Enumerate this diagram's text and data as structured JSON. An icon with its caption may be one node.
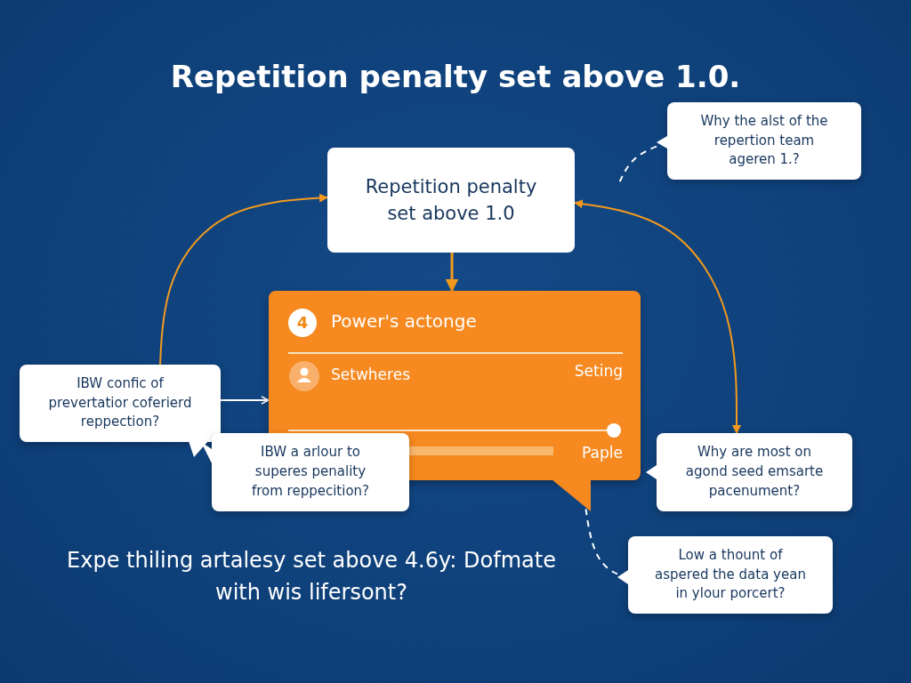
{
  "diagram": {
    "title": "Repetition penalty set above 1.0.",
    "nodes": [
      {
        "text": [
          "Repetition penalty set above 1.0"
        ]
      },
      {
        "text": [
          "4",
          "Power's actonge",
          "Setwheres",
          "Seting",
          "Paple"
        ]
      },
      {
        "text": [
          "Why the alst of the repertion team ageren 1.?"
        ]
      },
      {
        "text": [
          "IBW confic of prevertatior coferierd reppection?"
        ]
      },
      {
        "text": [
          "IBW a arlour to superes penality from reppecition?"
        ]
      },
      {
        "text": [
          "Why are most on agond seed emsarte pacenument?"
        ]
      },
      {
        "text": [
          "Low a thount of aspered the data yean in ylour porcert?"
        ]
      }
    ],
    "edges": [
      {
        "from": 0,
        "to": 1,
        "arrow": "to"
      },
      {
        "from": 3,
        "to": 0,
        "arrow": "to"
      },
      {
        "from": 0,
        "to": 5,
        "arrow": "both"
      },
      {
        "from": 2,
        "to": null,
        "arrow": "none",
        "style": "dashed",
        "color": "#ffffff"
      },
      {
        "from": 3,
        "to": 1,
        "arrow": "to",
        "color": "#ffffff"
      },
      {
        "from": 6,
        "to": 1,
        "arrow": "to",
        "style": "dashed",
        "color": "#ffffff"
      }
    ],
    "labels": [
      "Expe thiling artalesy set above 4.6y: Dofmate with wis lifersont?"
    ]
  }
}
